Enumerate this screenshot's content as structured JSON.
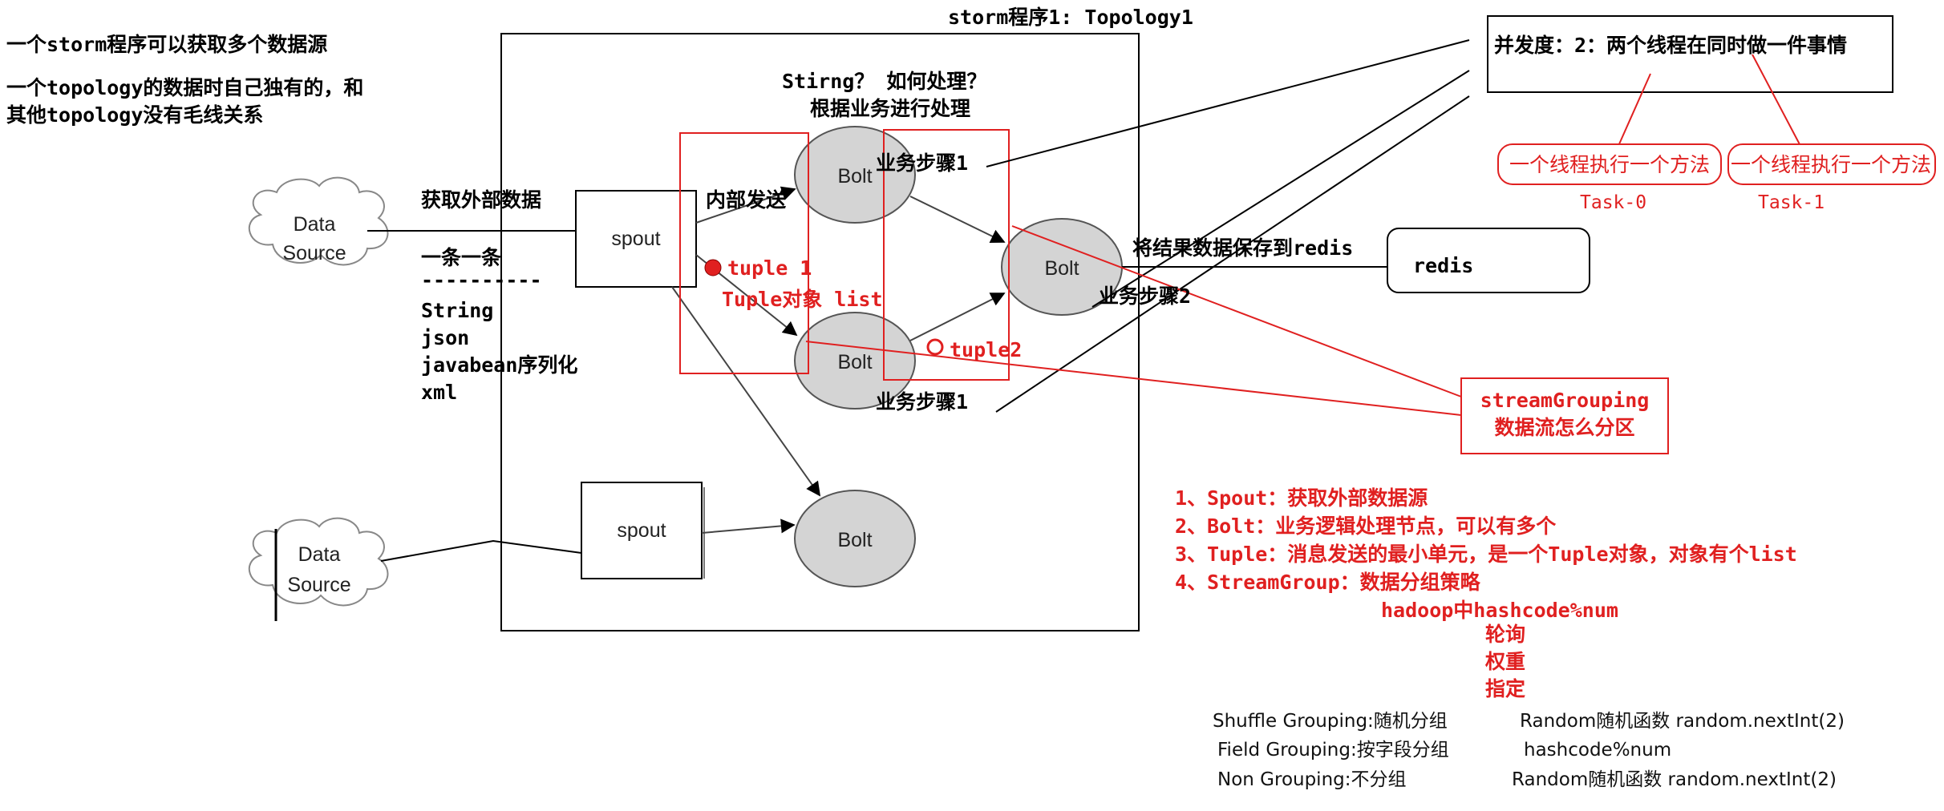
{
  "header": {
    "topology_title": "storm程序1: Topology1"
  },
  "left_notes": {
    "line1": "一个storm程序可以获取多个数据源",
    "line2": "一个topology的数据时自己独有的，和",
    "line3": "其他topology没有毛线关系"
  },
  "nodes": {
    "data_source_top": [
      "Data",
      "Source"
    ],
    "data_source_bottom": [
      "Data",
      "Source"
    ],
    "spout_top": "spout",
    "spout_bottom": "spout",
    "bolt_label": "Bolt",
    "redis": "redis"
  },
  "annotations": {
    "fetch_external": "获取外部数据",
    "one_by_one": "一条一条",
    "dashes": "----------",
    "formats": [
      "String",
      "json",
      "javabean序列化",
      "xml"
    ],
    "internal_send": "内部发送",
    "question": "Stirng？ 如何处理？",
    "by_business": "根据业务进行处理",
    "step1_top": "业务步骤1",
    "step1_bottom": "业务步骤1",
    "step2": "业务步骤2",
    "save_redis": "将结果数据保存到redis",
    "tuple1": "tuple 1",
    "tuple_obj": "Tuple对象 list",
    "tuple2": "tuple2"
  },
  "parallelism": {
    "title": "并发度：2：两个线程在同时做一件事情",
    "thread_a": "一个线程执行一个方法",
    "thread_b": "一个线程执行一个方法",
    "task0": "Task-0",
    "task1": "Task-1"
  },
  "stream_grouping": {
    "line1": "streamGrouping",
    "line2": "数据流怎么分区"
  },
  "concepts": [
    "1、Spout：获取外部数据源",
    "2、Bolt：业务逻辑处理节点，可以有多个",
    "3、Tuple：消息发送的最小单元，是一个Tuple对象，对象有个list",
    "4、StreamGroup：数据分组策略"
  ],
  "strategies": [
    "hadoop中hashcode%num",
    "轮询",
    "权重",
    "指定"
  ],
  "groupings": [
    {
      "name": "Shuffle Grouping:随机分组",
      "desc": "Random随机函数 random.nextInt(2)"
    },
    {
      "name": "Field Grouping:按字段分组",
      "desc": "hashcode%num"
    },
    {
      "name": "Non Grouping:不分组",
      "desc": "Random随机函数 random.nextInt(2)"
    }
  ],
  "colors": {
    "accent_red": "#e02020",
    "bolt_fill": "#d4d4d4",
    "line": "#000000"
  }
}
